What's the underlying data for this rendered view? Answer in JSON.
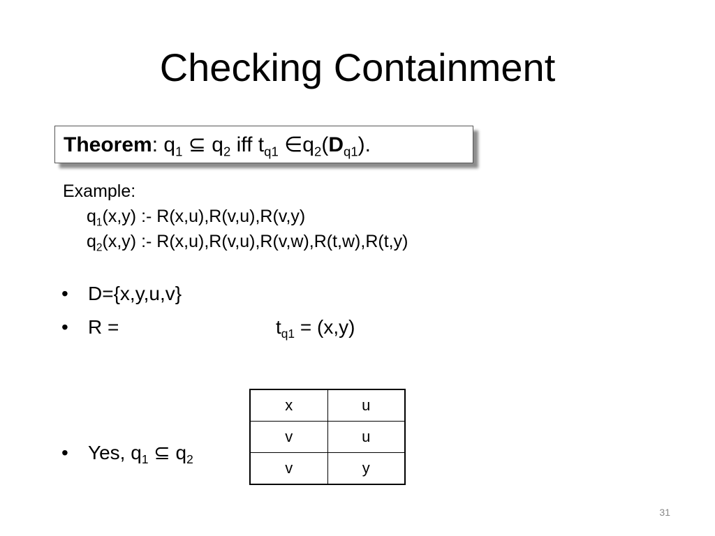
{
  "slide": {
    "title": "Checking Containment",
    "page_number": "31"
  },
  "theorem": {
    "label": "Theorem",
    "colon": ":",
    "q1": "q",
    "q1_sub": "1",
    "subset": "⊆",
    "q2": "q",
    "q2_sub": "2",
    "iff": "iff",
    "t": "t",
    "t_sub": "q1",
    "elem": "∈",
    "q2b": "q",
    "q2b_sub": "2",
    "open_paren": "(",
    "D": "D",
    "D_sub": "q1",
    "close": ")."
  },
  "example": {
    "heading": "Example:",
    "q1_name": "q",
    "q1_sub": "1",
    "q1_rule": "(x,y) :- R(x,u),R(v,u),R(v,y)",
    "q2_name": "q",
    "q2_sub": "2",
    "q2_rule": "(x,y) :- R(x,u),R(v,u),R(v,w),R(t,w),R(t,y)"
  },
  "bullets": {
    "symbol": "•",
    "domain": "D={x,y,u,v}",
    "relation": "R =",
    "tuple_t": "t",
    "tuple_sub": "q1",
    "tuple_val": " = (x,y)",
    "conclusion_prefix": "Yes, q",
    "conclusion_sub1": "1",
    "conclusion_subset": "⊆",
    "conclusion_q": "q",
    "conclusion_sub2": "2"
  },
  "relation_table": {
    "rows": [
      [
        "x",
        "u"
      ],
      [
        "v",
        "u"
      ],
      [
        "v",
        "y"
      ]
    ]
  }
}
